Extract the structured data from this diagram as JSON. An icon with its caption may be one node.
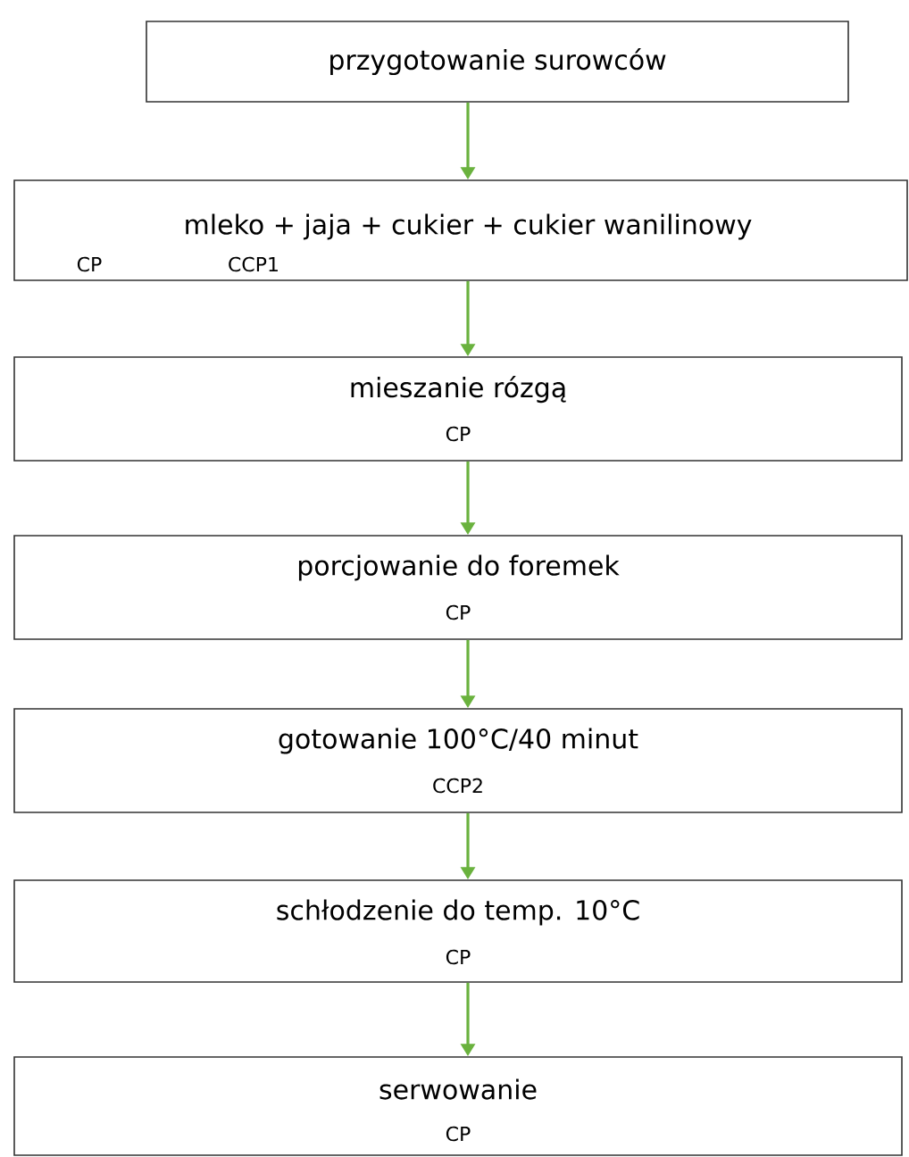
{
  "diagram": {
    "nodes": [
      {
        "text": [
          "przygotowanie surowców"
        ]
      },
      {
        "text": [
          "mleko + jaja + cukier + cukier wanilinowy",
          "CP",
          "CCP1"
        ]
      },
      {
        "text": [
          "mieszanie rózgą",
          "CP"
        ]
      },
      {
        "text": [
          "porcjowanie do foremek",
          "CP"
        ]
      },
      {
        "text": [
          "gotowanie 100°C/40 minut",
          "CCP2"
        ]
      },
      {
        "text": [
          "schłodzenie do temp. 10°C",
          "CP"
        ]
      },
      {
        "text": [
          "serwowanie",
          "CP"
        ]
      }
    ],
    "edges": [
      {
        "from": 0,
        "to": 1,
        "arrow": "to"
      },
      {
        "from": 1,
        "to": 2,
        "arrow": "to"
      },
      {
        "from": 2,
        "to": 3,
        "arrow": "to"
      },
      {
        "from": 3,
        "to": 4,
        "arrow": "to"
      },
      {
        "from": 4,
        "to": 5,
        "arrow": "to"
      },
      {
        "from": 5,
        "to": 6,
        "arrow": "to"
      }
    ]
  }
}
